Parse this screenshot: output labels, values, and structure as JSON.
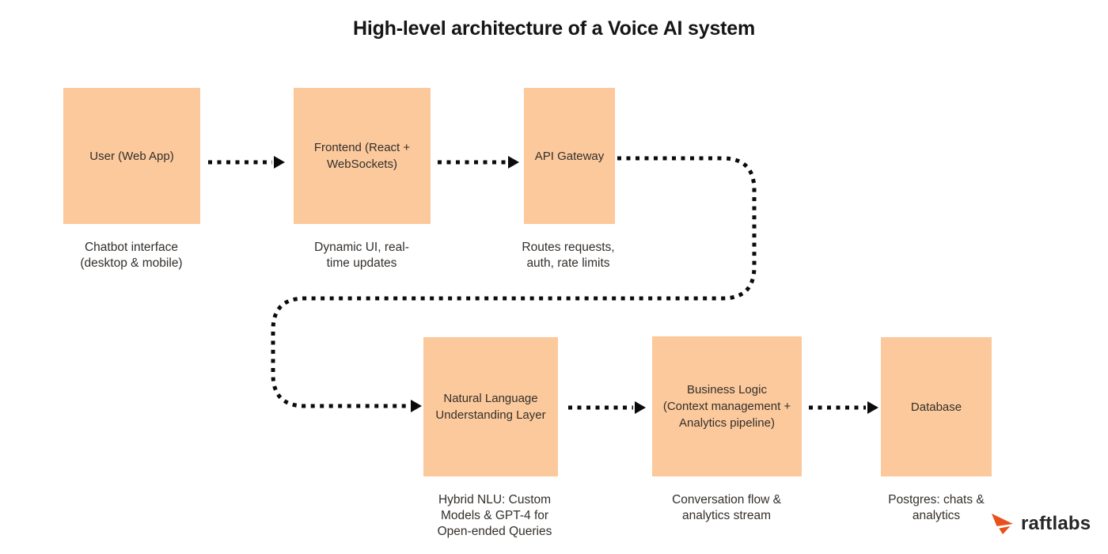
{
  "title": "High-level architecture of a Voice AI system",
  "colors": {
    "box_fill": "#FCC99C",
    "text": "#332F2B",
    "title_text": "#151515",
    "arrow": "#0B0B0B",
    "logo_orange": "#E8511C"
  },
  "nodes": [
    {
      "id": "user",
      "label": "User (Web App)",
      "caption": "Chatbot interface\n(desktop & mobile)"
    },
    {
      "id": "frontend",
      "label": "Frontend (React +\nWebSockets)",
      "caption": "Dynamic UI, real-\ntime updates"
    },
    {
      "id": "api-gateway",
      "label": "API Gateway",
      "caption": "Routes requests,\nauth, rate limits"
    },
    {
      "id": "nlu",
      "label": "Natural Language\nUnderstanding Layer",
      "caption": "Hybrid NLU: Custom\nModels & GPT-4 for\nOpen-ended Queries"
    },
    {
      "id": "business-logic",
      "label": "Business Logic\n(Context management +\nAnalytics pipeline)",
      "caption": "Conversation flow &\nanalytics stream"
    },
    {
      "id": "database",
      "label": "Database",
      "caption": "Postgres: chats &\nanalytics"
    }
  ],
  "connections": [
    {
      "from": "user",
      "to": "frontend",
      "style": "dotted-arrow"
    },
    {
      "from": "frontend",
      "to": "api-gateway",
      "style": "dotted-arrow"
    },
    {
      "from": "api-gateway",
      "to": "nlu",
      "style": "dotted-arrow-curved"
    },
    {
      "from": "nlu",
      "to": "business-logic",
      "style": "dotted-arrow"
    },
    {
      "from": "business-logic",
      "to": "database",
      "style": "dotted-arrow"
    }
  ],
  "logo": {
    "text": "raftlabs"
  }
}
